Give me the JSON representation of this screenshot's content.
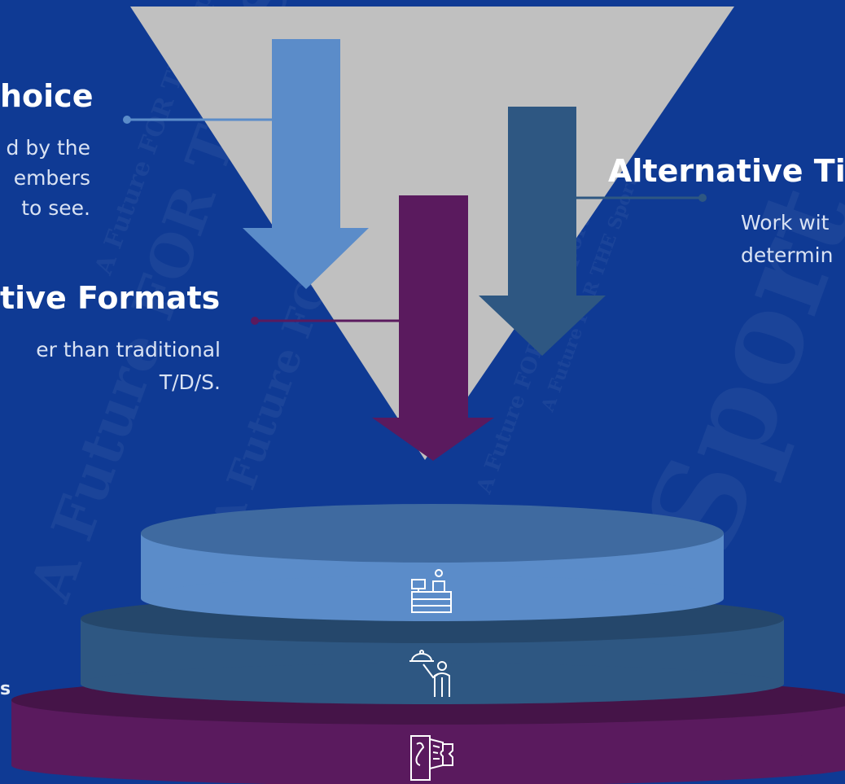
{
  "background_words": [
    "A Future FOR THE Sport",
    "A Future FOR THE Sport",
    "A Future FOR THE Sport",
    "A Future FOR THE Sport",
    "A Future FOR THE Sport",
    "Sport"
  ],
  "callouts": {
    "choice": {
      "heading": "hoice",
      "lines": [
        "d by the",
        "embers",
        "to see."
      ]
    },
    "formats": {
      "heading": "tive Formats",
      "lines": [
        "er than traditional",
        "T/D/S."
      ]
    },
    "tiers": {
      "heading": "Alternative Ti",
      "lines": [
        "Work wit",
        "determin"
      ]
    }
  },
  "left_edge_text": "s",
  "icons": {
    "top_tier": "reception-desk-icon",
    "middle_tier": "waiter-serving-icon",
    "bottom_tier": "ticket-icon"
  },
  "colors": {
    "background": "#0f3a94",
    "funnel": "#c0c0c0",
    "arrow_light_blue": "#5b8cc9",
    "arrow_slate": "#2e5782",
    "arrow_purple": "#5a1a5e",
    "tier_top": "#5b8cc9",
    "tier_middle": "#2e5782",
    "tier_bottom": "#5a1a5e"
  }
}
